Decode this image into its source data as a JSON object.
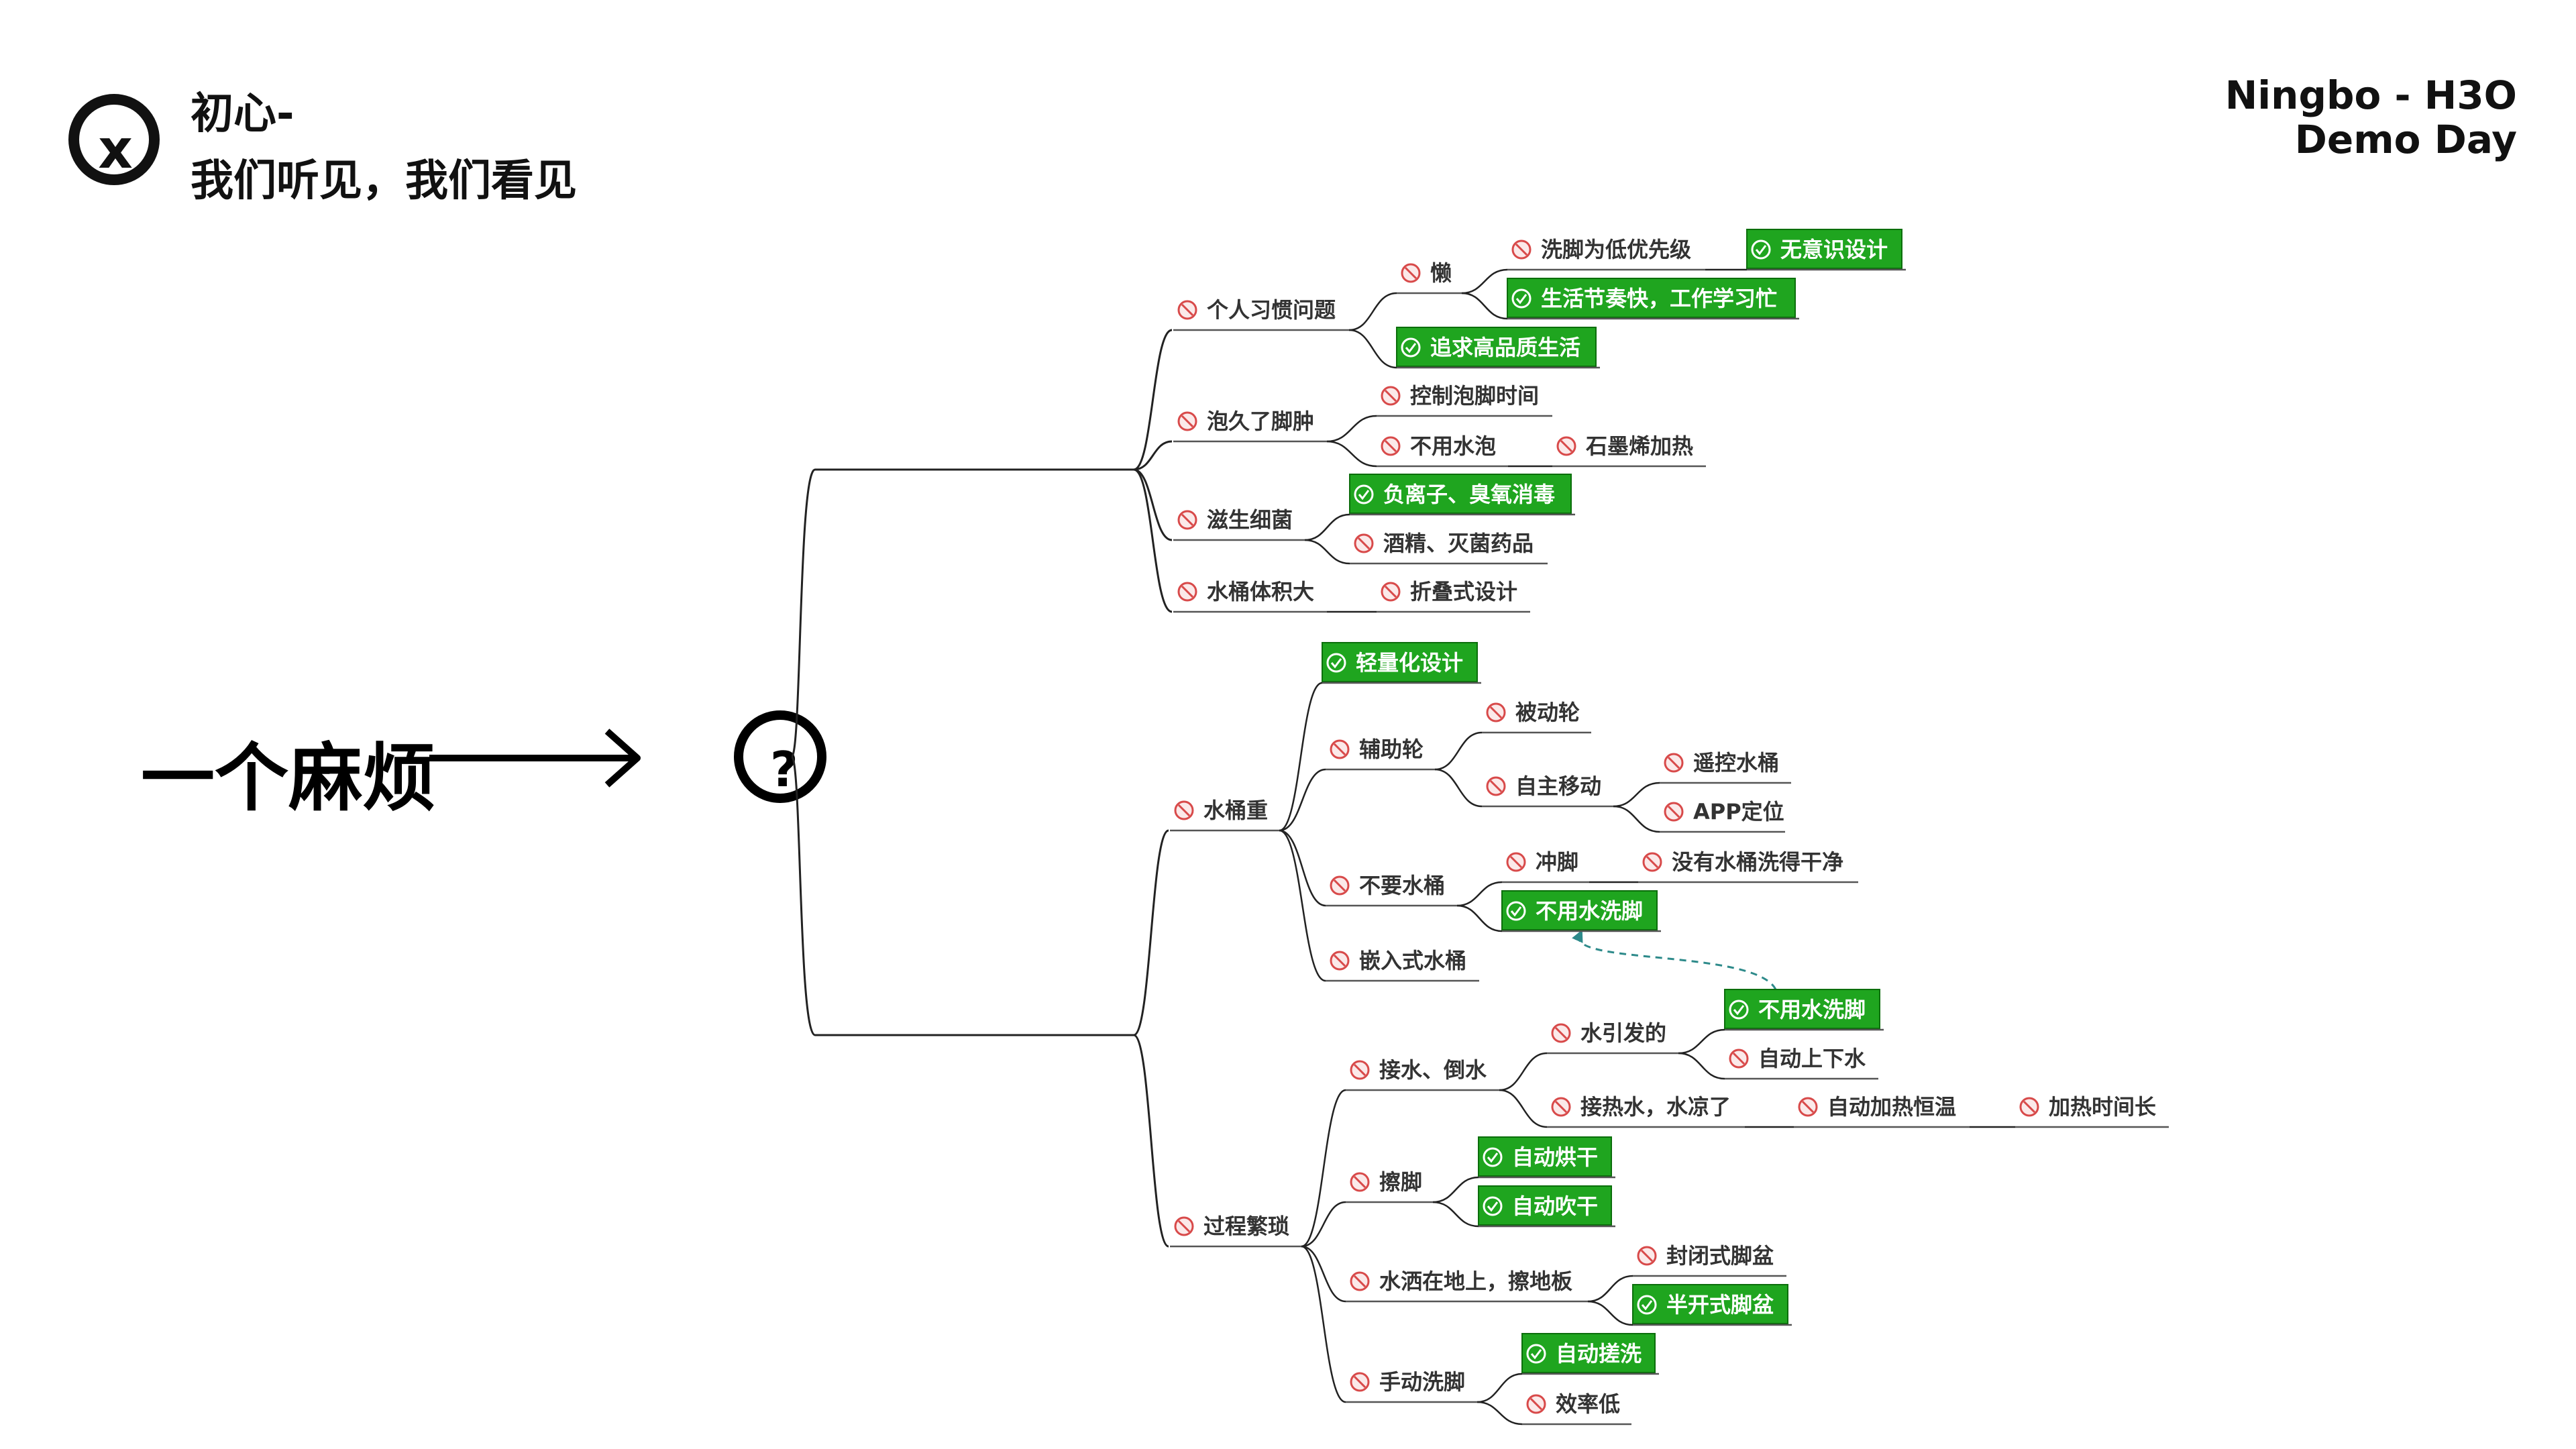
{
  "header": {
    "logo_letter": "x",
    "tagline_line1": "初心-",
    "tagline_line2": "我们听见，我们看见",
    "brand_line1": "Ningbo - H3O",
    "brand_line2": "Demo Day"
  },
  "topic": {
    "label": "一个麻烦",
    "symbol": "?"
  },
  "colors": {
    "ink": "#111111",
    "line": "#222222",
    "highlight_bg": "#1fa51f",
    "highlight_border": "#0b6e0b",
    "bad_icon": "#d84a4a",
    "dashed_link": "#2d8a8a"
  },
  "icons": {
    "rejected": "no-entry-icon",
    "accepted": "check-circle-icon"
  },
  "nodes": {
    "a": "个人习惯问题",
    "a1": "懒",
    "a1a": "洗脚为低优先级",
    "a1b": "无意识设计",
    "a1c": "生活节奏快，工作学习忙",
    "a2": "追求高品质生活",
    "b": "泡久了脚肿",
    "b1": "控制泡脚时间",
    "b2": "不用水泡",
    "b2a": "石墨烯加热",
    "c": "滋生细菌",
    "c1": "负离子、臭氧消毒",
    "c2": "酒精、灭菌药品",
    "d": "水桶体积大",
    "d1": "折叠式设计",
    "e": "水桶重",
    "e1": "轻量化设计",
    "e2": "辅助轮",
    "e2a": "被动轮",
    "e2b": "自主移动",
    "e2b1": "遥控水桶",
    "e2b2": "APP定位",
    "e3": "不要水桶",
    "e3a": "冲脚",
    "e3a1": "没有水桶洗得干净",
    "e3b": "不用水洗脚",
    "e4": "嵌入式水桶",
    "f": "过程繁琐",
    "f1": "接水、倒水",
    "f1a": "水引发的",
    "f1a1": "不用水洗脚",
    "f1a2": "自动上下水",
    "f1b": "接热水，水凉了",
    "f1b1": "自动加热恒温",
    "f1b2": "加热时间长",
    "f2": "擦脚",
    "f2a": "自动烘干",
    "f2b": "自动吹干",
    "f3": "水洒在地上，擦地板",
    "f3a": "封闭式脚盆",
    "f3b": "半开式脚盆",
    "f4": "手动洗脚",
    "f4a": "自动搓洗",
    "f4b": "效率低"
  }
}
